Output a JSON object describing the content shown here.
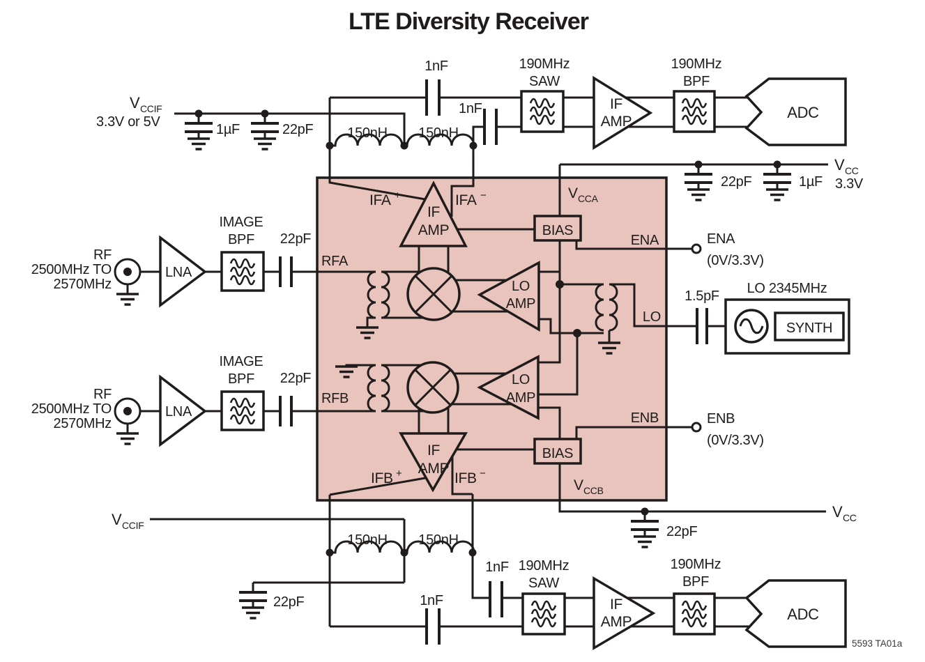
{
  "title": "LTE Diversity Receiver",
  "footer": {
    "doc_code": "5593 TA01a"
  },
  "power": {
    "v": "V",
    "ccif": "CCIF",
    "cc": "CC",
    "cca": "CCA",
    "ccb": "CCB",
    "vccif_detail": "3.3V or 5V",
    "vcc_detail": "3.3V"
  },
  "parts": {
    "cap_1uf": "1µF",
    "cap_22pf": "22pF",
    "cap_1nf": "1nF",
    "cap_1p5pf": "1.5pF",
    "ind_150nh": "150nH",
    "freq_190": "190MHz",
    "saw": "SAW",
    "bpf": "BPF",
    "adc": "ADC",
    "if": "IF",
    "amp": "AMP",
    "lo": "LO",
    "lna": "LNA",
    "image": "IMAGE",
    "bias": "BIAS",
    "synth": "SYNTH"
  },
  "rf_input": {
    "line1": "RF",
    "line2": "2500MHz TO",
    "line3": "2570MHz"
  },
  "pins": {
    "rfa": "RFA",
    "rfb": "RFB",
    "ifa": "IFA",
    "ifb": "IFB",
    "plus": "+",
    "minus": "−",
    "ena": "ENA",
    "enb": "ENB",
    "lo": "LO"
  },
  "enable": {
    "levels": "(0V/3.3V)"
  },
  "lo_source": {
    "title": "LO 2345MHz"
  }
}
